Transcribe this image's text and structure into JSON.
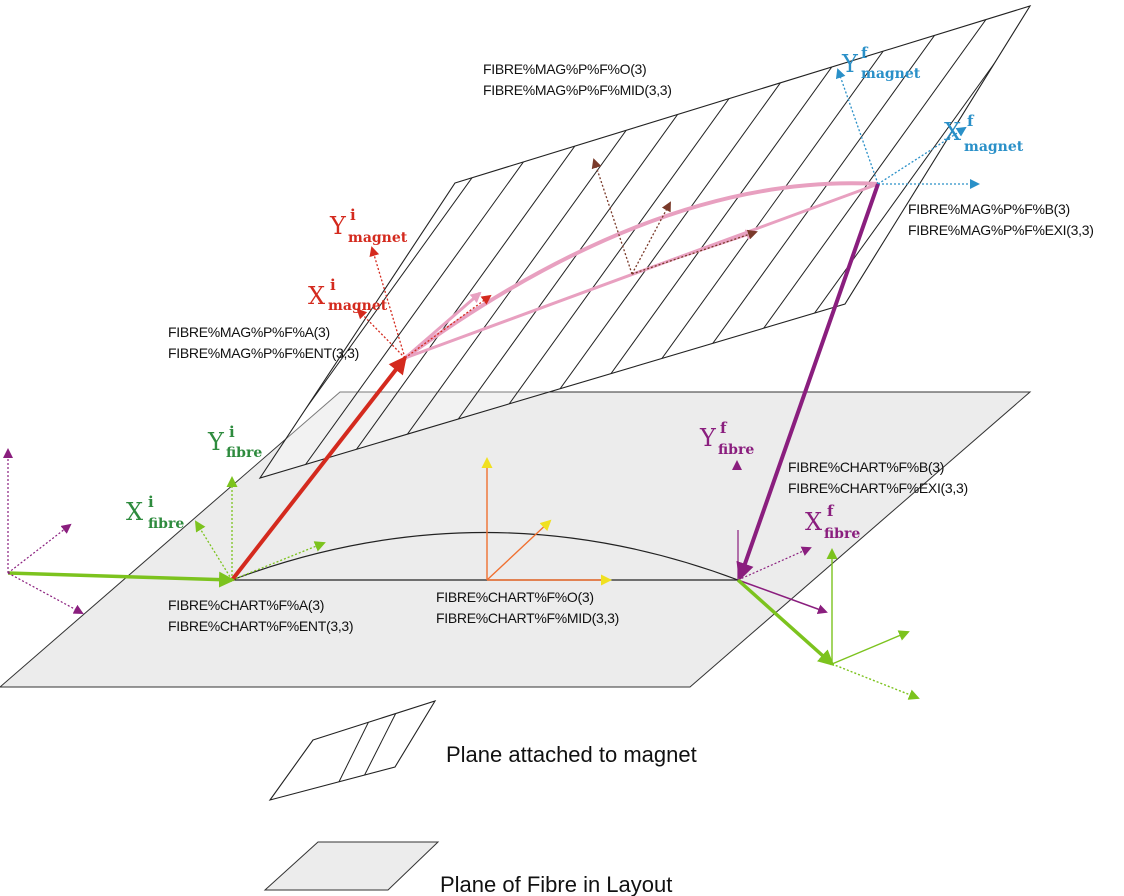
{
  "colors": {
    "magnet_plane_hatch": "#222222",
    "fibre_plane_fill": "#e9e9e9",
    "red": "#d42a1e",
    "green": "#7cc31e",
    "dark_green": "#2e8b3e",
    "purple": "#8a1e7e",
    "blue": "#2a90c8",
    "pink": "#e8a0c0",
    "orange": "#f07030",
    "yellow": "#f0e020",
    "brown": "#7a3a2a"
  },
  "magnet_labels": {
    "o_line1": "FIBRE%MAG%P%F%O(3)",
    "o_line2": "FIBRE%MAG%P%F%MID(3,3)",
    "b_line1": "FIBRE%MAG%P%F%B(3)",
    "b_line2": "FIBRE%MAG%P%F%EXI(3,3)",
    "a_line1": "FIBRE%MAG%P%F%A(3)",
    "a_line2": "FIBRE%MAG%P%F%ENT(3,3)"
  },
  "chart_labels": {
    "a_line1": "FIBRE%CHART%F%A(3)",
    "a_line2": "FIBRE%CHART%F%ENT(3,3)",
    "o_line1": "FIBRE%CHART%F%O(3)",
    "o_line2": "FIBRE%CHART%F%MID(3,3)",
    "b_line1": "FIBRE%CHART%F%B(3)",
    "b_line2": "FIBRE%CHART%F%EXI(3,3)"
  },
  "axes": {
    "y_magnet_f": {
      "sym": "Y",
      "sup": "f",
      "sub": "magnet"
    },
    "x_magnet_f": {
      "sym": "X",
      "sup": "f",
      "sub": "magnet"
    },
    "y_magnet_i": {
      "sym": "Y",
      "sup": "i",
      "sub": "magnet"
    },
    "x_magnet_i": {
      "sym": "X",
      "sup": "i",
      "sub": "magnet"
    },
    "y_fibre_i": {
      "sym": "Y",
      "sup": "i",
      "sub": "fibre"
    },
    "x_fibre_i": {
      "sym": "X",
      "sup": "i",
      "sub": "fibre"
    },
    "y_fibre_f": {
      "sym": "Y",
      "sup": "f",
      "sub": "fibre"
    },
    "x_fibre_f": {
      "sym": "X",
      "sup": "f",
      "sub": "fibre"
    }
  },
  "legend": {
    "magnet_plane": "Plane attached to magnet",
    "fibre_plane": "Plane of Fibre in Layout"
  }
}
